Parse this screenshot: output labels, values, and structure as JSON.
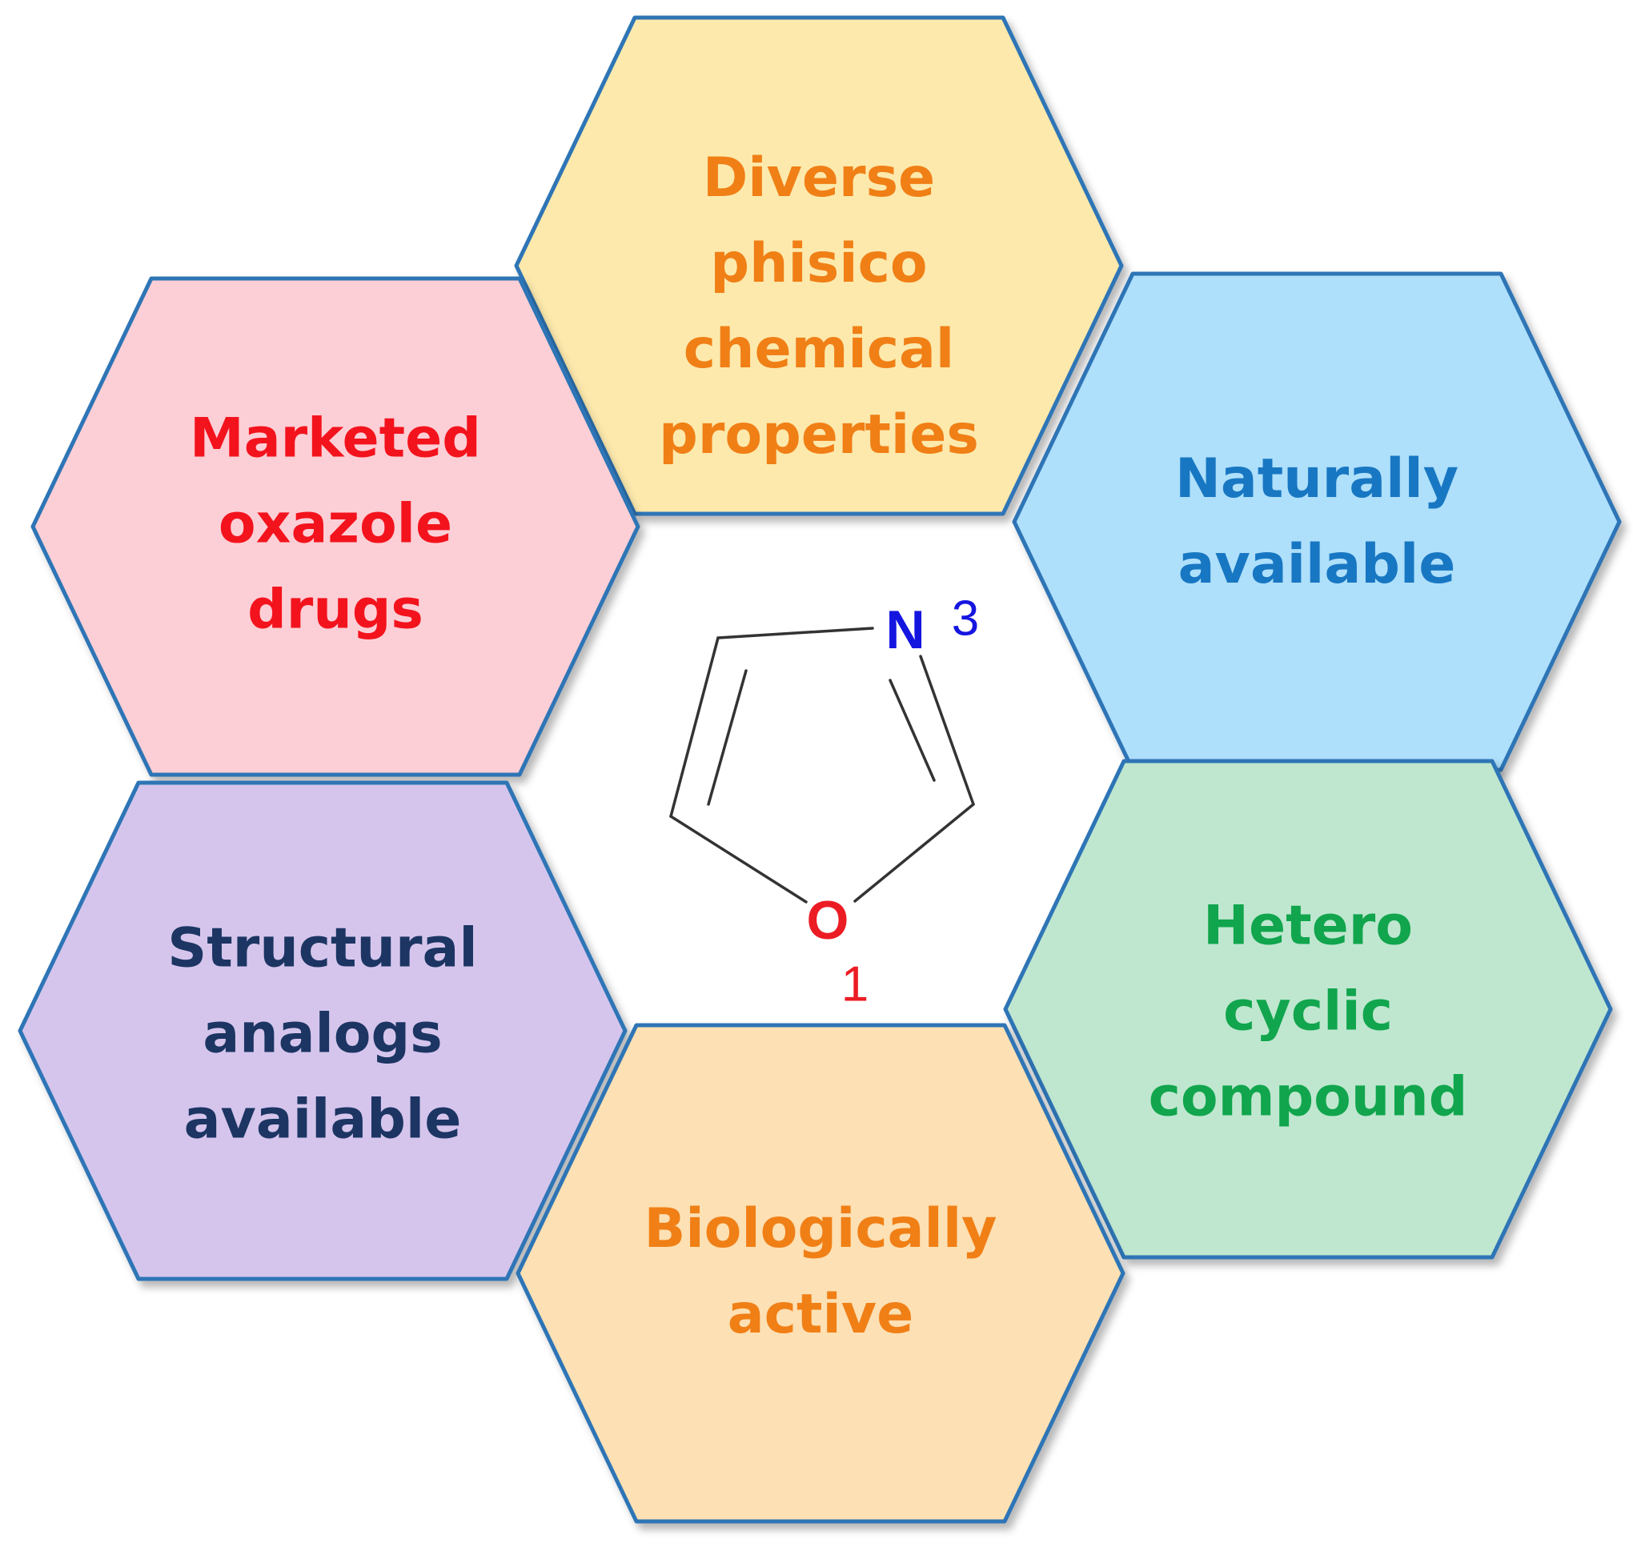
{
  "hexagons": [
    {
      "id": "top",
      "fill": "#fde9ac",
      "text_color": "#f07f16",
      "lines": [
        "Diverse",
        "phisico",
        "chemical",
        "properties"
      ]
    },
    {
      "id": "upper-left",
      "fill": "#fccfd6",
      "text_color": "#f3131d",
      "lines": [
        "Marketed",
        "oxazole",
        "drugs"
      ]
    },
    {
      "id": "upper-right",
      "fill": "#aedffb",
      "text_color": "#1877c2",
      "lines": [
        "Naturally",
        "available"
      ]
    },
    {
      "id": "lower-left",
      "fill": "#d5c5ec",
      "text_color": "#1c3563",
      "lines": [
        "Structural",
        "analogs",
        "available"
      ]
    },
    {
      "id": "lower-right",
      "fill": "#bfe7cf",
      "text_color": "#11a54d",
      "lines": [
        "Hetero",
        "cyclic",
        "compound"
      ]
    },
    {
      "id": "bottom",
      "fill": "#fde0b3",
      "text_color": "#f07f16",
      "lines": [
        "Biologically",
        "active"
      ]
    }
  ],
  "molecule": {
    "nitrogen": {
      "symbol": "N",
      "number": "3",
      "color": "#1515e0"
    },
    "oxygen": {
      "symbol": "O",
      "number": "1",
      "color": "#ec1c24"
    },
    "bond_color": "#333333"
  },
  "border_color": "#2e75b6"
}
